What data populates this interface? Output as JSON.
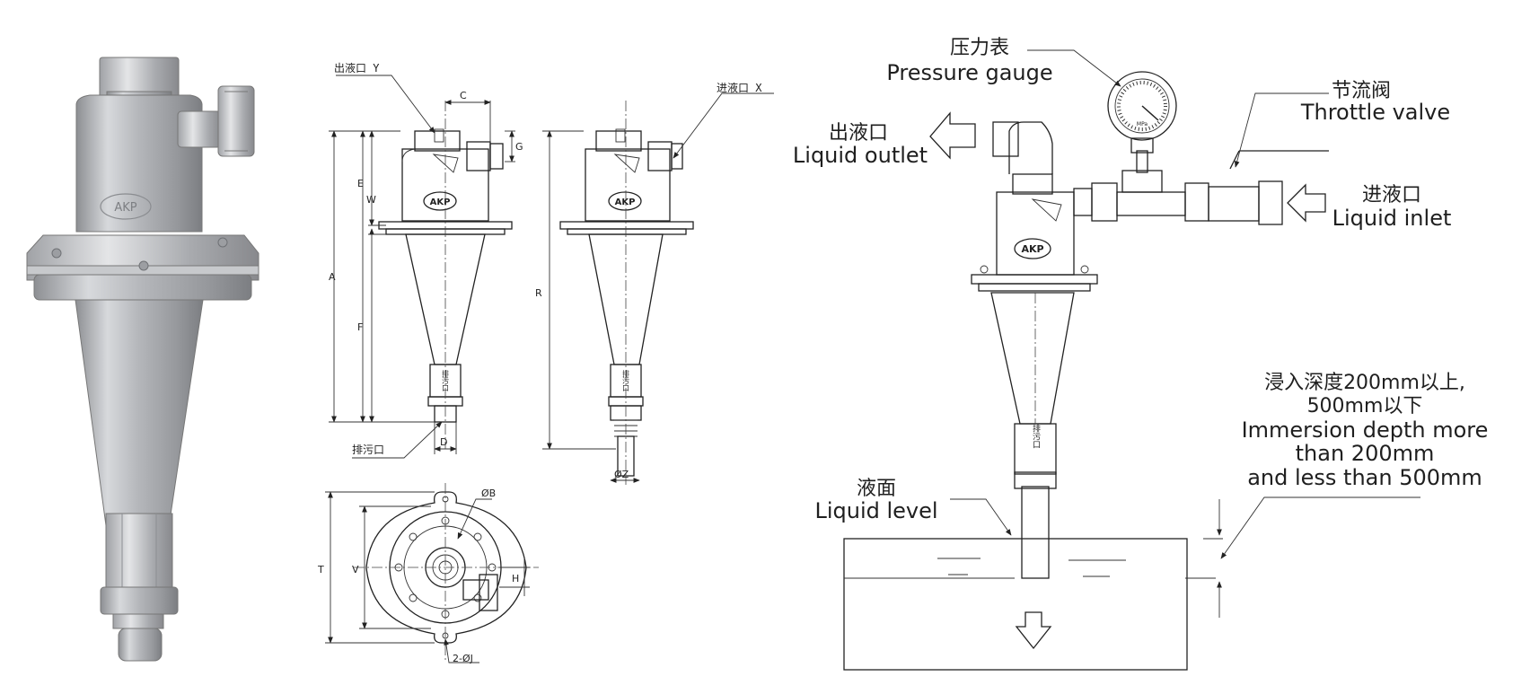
{
  "drawing_labels": {
    "outlet_y": "出液口 Y",
    "inlet_x": "进液口 X",
    "drain": "排污口",
    "drain_tag": "排污口",
    "logo": "AKP",
    "dim_c": "C",
    "dim_g": "G",
    "dim_e": "E",
    "dim_w": "W",
    "dim_a": "A",
    "dim_f": "F",
    "dim_r": "R",
    "dim_d": "D",
    "dim_z": "ØZ",
    "dim_b": "ØB",
    "dim_t": "T",
    "dim_v": "V",
    "dim_h": "H",
    "dim_j": "2-ØJ"
  },
  "install": {
    "pressure_gauge_zh": "压力表",
    "pressure_gauge_en": "Pressure gauge",
    "throttle_valve_zh": "节流阀",
    "throttle_valve_en": "Throttle valve",
    "liquid_outlet_zh": "出液口",
    "liquid_outlet_en": "Liquid outlet",
    "liquid_inlet_zh": "进液口",
    "liquid_inlet_en": "Liquid inlet",
    "immersion_zh_1": "浸入深度200mm以上,",
    "immersion_zh_2": "500mm以下",
    "immersion_en_1": "Immersion depth more",
    "immersion_en_2": "than 200mm",
    "immersion_en_3": "and less than 500mm",
    "liquid_level_zh": "液面",
    "liquid_level_en": "Liquid level",
    "logo": "AKP",
    "gauge_unit": "MPa",
    "drain_tag": "排污口"
  }
}
